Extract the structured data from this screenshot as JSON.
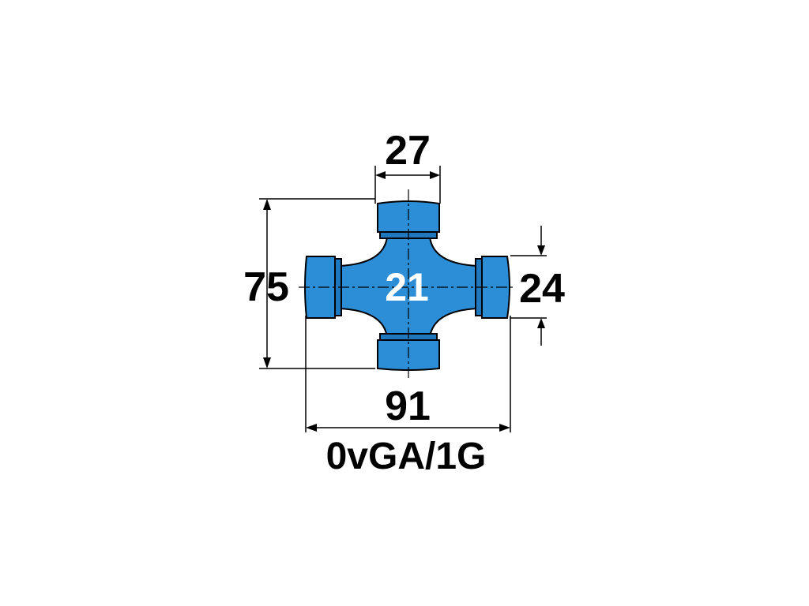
{
  "colors": {
    "part_fill": "#2b8ed6",
    "part_fill_dark": "#1f78bd",
    "outline": "#000000",
    "center_label": "#ffffff",
    "background": "#ffffff"
  },
  "part": {
    "type": "universal-joint-cross",
    "center_label": "21"
  },
  "dimensions": {
    "top_width": "27",
    "overall_height": "75",
    "cap_diameter": "24",
    "overall_width": "91"
  },
  "part_code": "0vGA/1G"
}
